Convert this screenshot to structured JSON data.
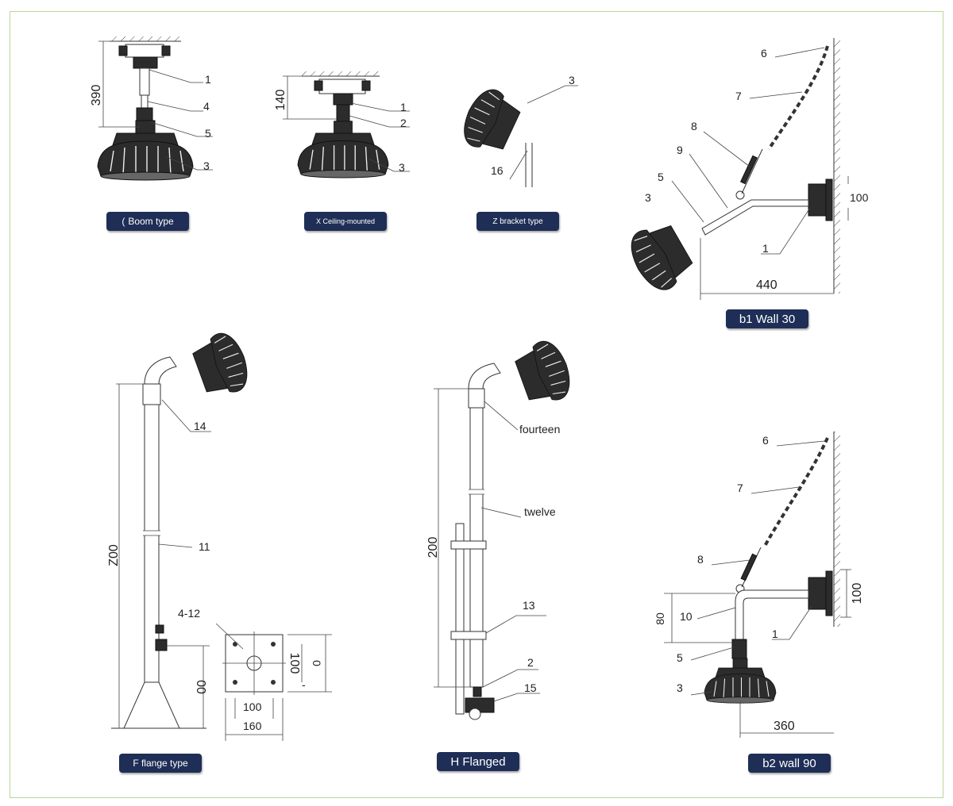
{
  "labels": {
    "boom": "Boom type",
    "boom_prefix": "(",
    "ceiling": "X Ceiling-mounted",
    "zbracket": "Z bracket type",
    "wall30": "b1 Wall 30",
    "flangeF": "F flange type",
    "flangedH": "H Flanged",
    "wall90": "b2 wall 90"
  },
  "boom_fig": {
    "dim_height": "390",
    "c1": "1",
    "c4": "4",
    "c5": "5",
    "c3": "3"
  },
  "ceiling_fig": {
    "dim_height": "140",
    "c1": "1",
    "c2": "2",
    "c3": "3"
  },
  "zbracket_fig": {
    "c3": "3",
    "c16": "16"
  },
  "wall30_fig": {
    "c6": "6",
    "c7": "7",
    "c8": "8",
    "c9": "9",
    "c5": "5",
    "c3": "3",
    "c1": "1",
    "d100": "100",
    "d440": "440"
  },
  "flangeF_fig": {
    "c14": "14",
    "c11": "11",
    "d_height": "Z00",
    "d_holes": "4-12",
    "d_base": "00",
    "d_100": "100",
    "d_160": "160",
    "d_100v": "100",
    "d_0": "0",
    "d_dash": "-"
  },
  "flangedH_fig": {
    "c14": "fourteen",
    "c12": "twelve",
    "d_height": "200",
    "c13": "13",
    "c2": "2",
    "c15": "15"
  },
  "wall90_fig": {
    "c6": "6",
    "c7": "7",
    "c8": "8",
    "c10": "10",
    "c5": "5",
    "c3": "3",
    "c1": "1",
    "d80": "80",
    "d100": "100",
    "d360": "360"
  }
}
